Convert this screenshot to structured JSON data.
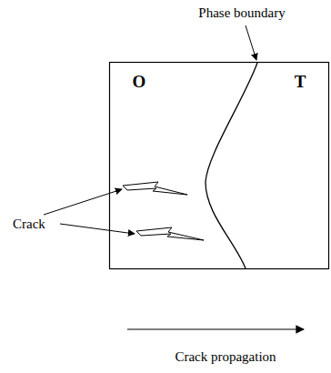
{
  "diagram": {
    "labels": [
      "Phase boundary",
      "O",
      "T",
      "Crack",
      "Crack propagation"
    ]
  }
}
